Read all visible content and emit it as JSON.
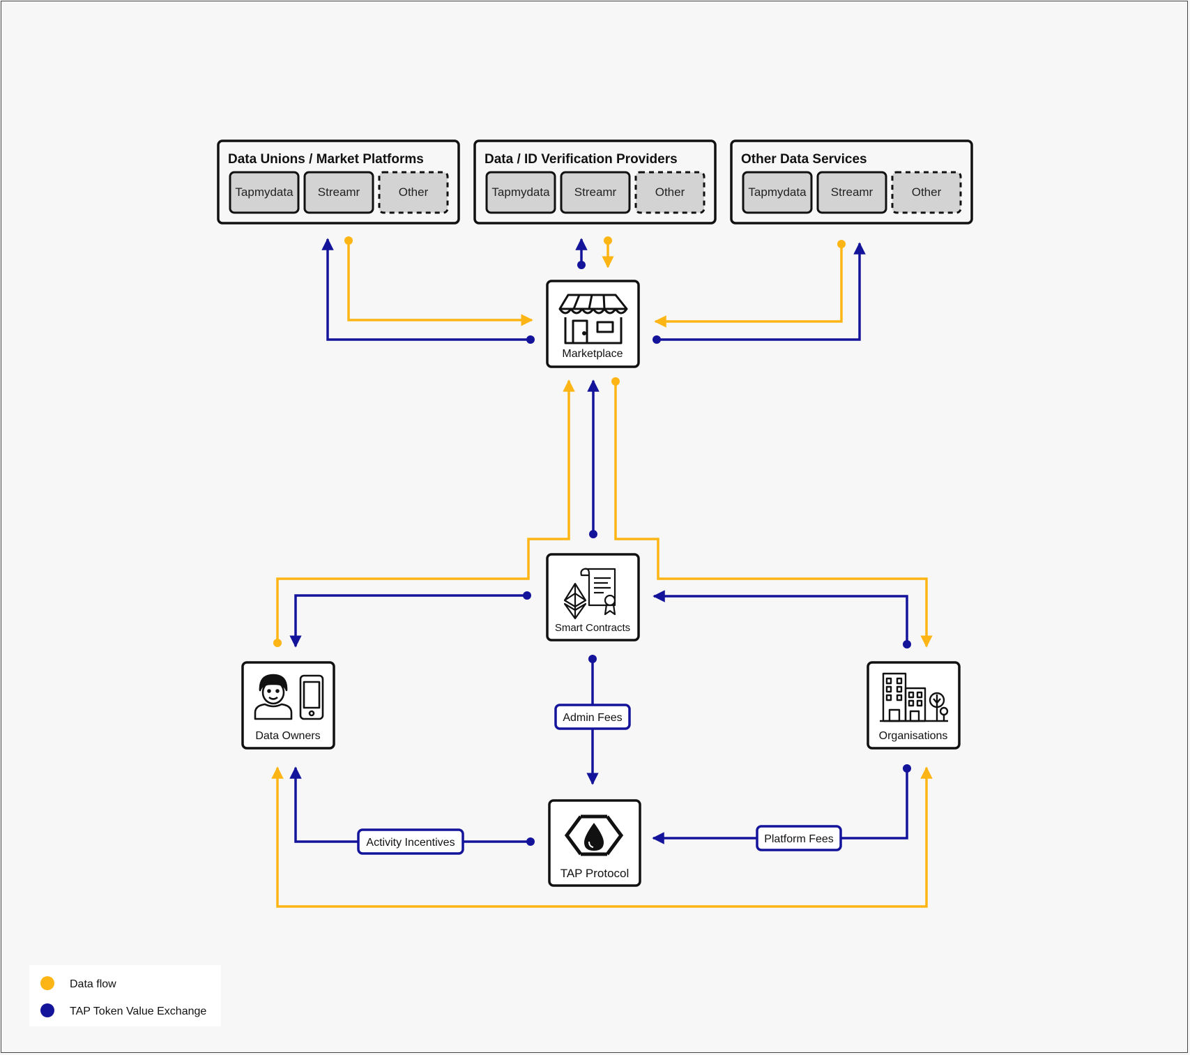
{
  "groups": [
    {
      "title": "Data Unions / Market Platforms",
      "items": [
        "Tapmydata",
        "Streamr",
        "Other"
      ]
    },
    {
      "title": "Data / ID Verification Providers",
      "items": [
        "Tapmydata",
        "Streamr",
        "Other"
      ]
    },
    {
      "title": "Other Data Services",
      "items": [
        "Tapmydata",
        "Streamr",
        "Other"
      ]
    }
  ],
  "nodes": {
    "marketplace": "Marketplace",
    "smart_contracts": "Smart Contracts",
    "data_owners": "Data Owners",
    "organisations": "Organisations",
    "tap_protocol": "TAP Protocol"
  },
  "edge_labels": {
    "admin_fees": "Admin Fees",
    "activity_incentives": "Activity Incentives",
    "platform_fees": "Platform Fees"
  },
  "legend": [
    {
      "label": "Data flow",
      "color": "#FDB515"
    },
    {
      "label": "TAP Token Value Exchange",
      "color": "#14149B"
    }
  ],
  "colors": {
    "data_flow": "#FDB515",
    "token": "#14149B"
  },
  "icons": {
    "marketplace": "storefront-icon",
    "smart_contracts": "ethereum-contract-icon",
    "data_owners": "person-phone-icon",
    "organisations": "buildings-icon",
    "tap_protocol": "tap-drop-icon"
  }
}
